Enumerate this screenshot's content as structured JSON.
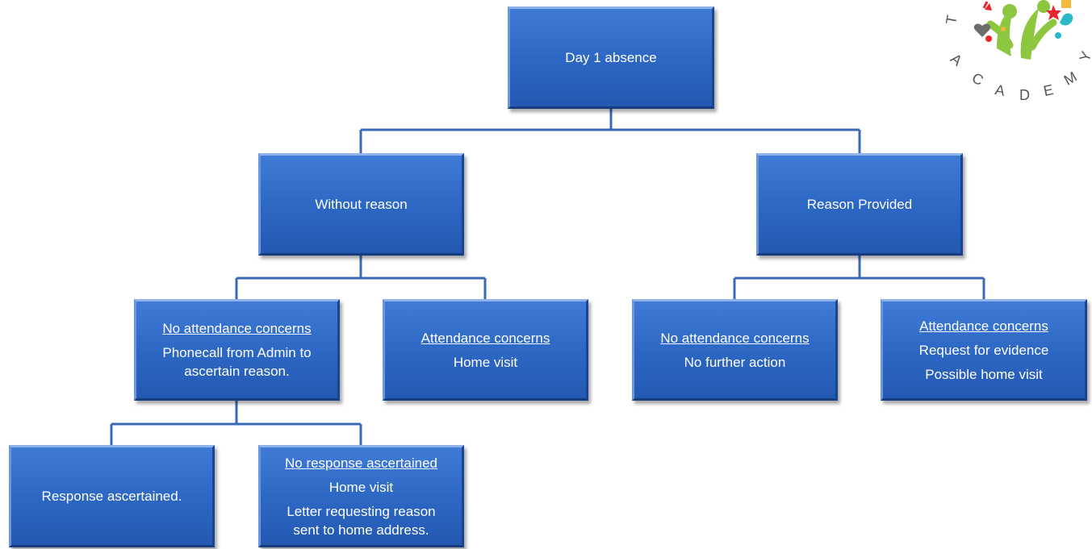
{
  "diagram": {
    "root": {
      "label": "Day 1 absence"
    },
    "without_reason": {
      "label": "Without reason"
    },
    "reason_provided": {
      "label": "Reason Provided"
    },
    "wr_no_concerns": {
      "heading": "No attendance concerns",
      "lines": [
        "Phonecall from Admin to",
        "ascertain reason."
      ]
    },
    "wr_concerns": {
      "heading": "Attendance concerns",
      "lines": [
        "Home visit"
      ]
    },
    "rp_no_concerns": {
      "heading": "No attendance concerns",
      "lines": [
        "No further action"
      ]
    },
    "rp_concerns": {
      "heading": "Attendance concerns",
      "lines": [
        "Request for evidence",
        "Possible home visit"
      ]
    },
    "response_ascertained": {
      "label": "Response ascertained."
    },
    "no_response": {
      "heading": "No response ascertained",
      "line1": "Home visit",
      "line2a": "Letter requesting reason",
      "line2b": "sent to home address."
    },
    "connector_color": "#3b68b8",
    "node_color": "#2c66c3"
  },
  "logo": {
    "letters": [
      "T",
      "A",
      "C",
      "A",
      "D",
      "E",
      "M",
      "Y"
    ],
    "colors": [
      "#8dc63f",
      "#e8262e",
      "#2bb9c9",
      "#f4b93a",
      "#6c6c6c"
    ]
  }
}
